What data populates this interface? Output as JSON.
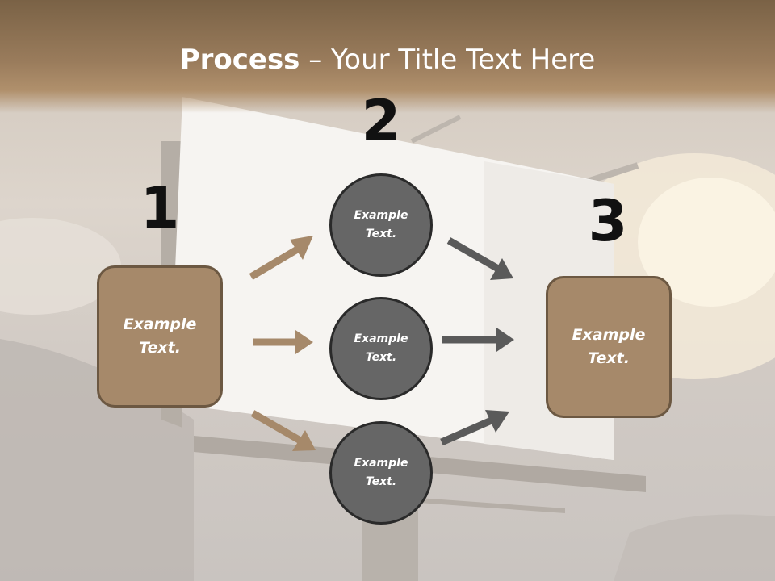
{
  "title": {
    "bold": "Process",
    "rest": " – Your Title Text Here"
  },
  "steps": {
    "one": "1",
    "two": "2",
    "three": "3"
  },
  "nodes": {
    "box_left": "Example Text.",
    "circle_top": "Example Text.",
    "circle_mid": "Example Text.",
    "circle_bot": "Example Text.",
    "box_right": "Example Text."
  },
  "colors": {
    "box_fill": "#a6896a",
    "box_border": "#6c5842",
    "circle_fill": "#666666",
    "arrow_tan": "#a6896a",
    "arrow_gray": "#5a5a5a"
  }
}
